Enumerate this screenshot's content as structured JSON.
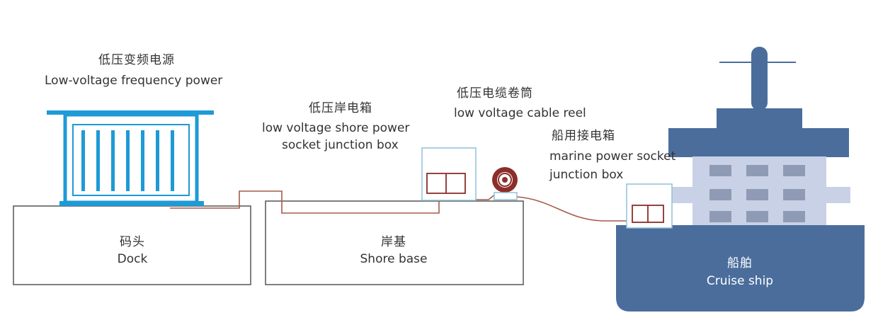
{
  "labels": {
    "power_source": {
      "zh": "低压变频电源",
      "en": "Low-voltage frequency power"
    },
    "shore_box": {
      "zh": "低压岸电箱",
      "en1": "low voltage shore power",
      "en2": "socket junction box"
    },
    "cable_reel": {
      "zh": "低压电缆卷筒",
      "en": "low voltage cable reel"
    },
    "marine_box": {
      "zh": "船用接电箱",
      "en1": "marine power socket",
      "en2": "junction box"
    },
    "dock": {
      "zh": "码头",
      "en": "Dock"
    },
    "shore_base": {
      "zh": "岸基",
      "en": "Shore base"
    },
    "ship": {
      "zh": "船舶",
      "en": "Cruise ship"
    }
  },
  "colors": {
    "transformer": "#1e9ad6",
    "ship": "#4a6d9c",
    "ship_superstructure": "#c9d1e6",
    "ship_window": "#8f9bb5",
    "cable": "#a65a4a",
    "reel": "#8b2e2a",
    "box_outline": "#8fc0d8",
    "ground_outline": "#555555"
  }
}
